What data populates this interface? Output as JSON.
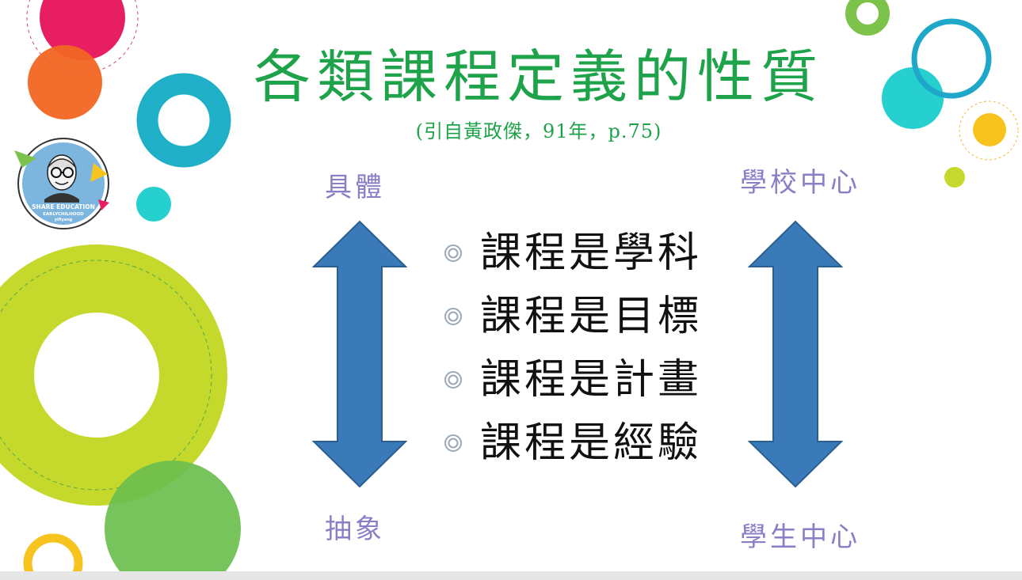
{
  "slide": {
    "title": "各類課程定義的性質",
    "subtitle": "(引自黃政傑，91年，p.75)",
    "left_axis": {
      "top_label": "具體",
      "bottom_label": "抽象"
    },
    "right_axis": {
      "top_label": "學校中心",
      "bottom_label": "學生中心"
    },
    "bullets": [
      {
        "text": "課程是學科"
      },
      {
        "text": "課程是目標"
      },
      {
        "text": "課程是計畫"
      },
      {
        "text": "課程是經驗"
      }
    ],
    "logo": {
      "line1": "SHARE EDUCATION",
      "line2": "EARLYCHILHOOD",
      "line3": "yifiyang"
    }
  },
  "colors": {
    "title": "#1fa34a",
    "axis_label": "#8a7fc6",
    "arrow_fill": "#3a7ab8",
    "arrow_stroke": "#2a5f8f"
  },
  "icons": {
    "bullet": "double-ring-icon",
    "logo": "avatar-with-glasses-icon"
  }
}
